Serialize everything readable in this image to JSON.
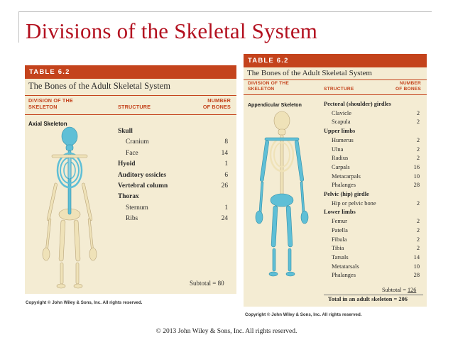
{
  "slide": {
    "title": "Divisions of the Skeletal System",
    "footer": "© 2013 John Wiley & Sons, Inc. All rights reserved."
  },
  "tableA": {
    "tag": "TABLE 6.2",
    "title": "The Bones of the Adult Skeletal System",
    "col1": [
      "DIVISION OF THE",
      "SKELETON"
    ],
    "col2": "STRUCTURE",
    "col3": [
      "NUMBER",
      "OF BONES"
    ],
    "group": "Axial Skeleton",
    "rows": [
      {
        "label": "Skull",
        "value": "",
        "bold": true,
        "indent": false
      },
      {
        "label": "Cranium",
        "value": "8",
        "bold": false,
        "indent": true
      },
      {
        "label": "Face",
        "value": "14",
        "bold": false,
        "indent": true
      },
      {
        "label": "Hyoid",
        "value": "1",
        "bold": true,
        "indent": false
      },
      {
        "label": "Auditory ossicles",
        "value": "6",
        "bold": true,
        "indent": false
      },
      {
        "label": "Vertebral column",
        "value": "26",
        "bold": true,
        "indent": false
      },
      {
        "label": "Thorax",
        "value": "",
        "bold": true,
        "indent": false
      },
      {
        "label": "Sternum",
        "value": "1",
        "bold": false,
        "indent": true
      },
      {
        "label": "Ribs",
        "value": "24",
        "bold": false,
        "indent": true
      }
    ],
    "subtotal": "Subtotal = 80",
    "copyright": "Copyright © John Wiley & Sons, Inc. All rights reserved."
  },
  "tableB": {
    "tag": "TABLE 6.2",
    "title": "The Bones of the Adult Skeletal System",
    "col1": [
      "DIVISION OF THE",
      "SKELETON"
    ],
    "col2": "STRUCTURE",
    "col3": [
      "NUMBER",
      "OF BONES"
    ],
    "group": "Appendicular Skeleton",
    "rows": [
      {
        "label": "Pectoral (shoulder) girdles",
        "value": "",
        "bold": true,
        "indent": false
      },
      {
        "label": "Clavicle",
        "value": "2",
        "bold": false,
        "indent": true
      },
      {
        "label": "Scapula",
        "value": "2",
        "bold": false,
        "indent": true
      },
      {
        "label": "Upper limbs",
        "value": "",
        "bold": true,
        "indent": false
      },
      {
        "label": "Humerus",
        "value": "2",
        "bold": false,
        "indent": true
      },
      {
        "label": "Ulna",
        "value": "2",
        "bold": false,
        "indent": true
      },
      {
        "label": "Radius",
        "value": "2",
        "bold": false,
        "indent": true
      },
      {
        "label": "Carpals",
        "value": "16",
        "bold": false,
        "indent": true
      },
      {
        "label": "Metacarpals",
        "value": "10",
        "bold": false,
        "indent": true
      },
      {
        "label": "Phalanges",
        "value": "28",
        "bold": false,
        "indent": true
      },
      {
        "label": "Pelvic (hip) girdle",
        "value": "",
        "bold": true,
        "indent": false
      },
      {
        "label": "Hip or pelvic bone",
        "value": "2",
        "bold": false,
        "indent": true
      },
      {
        "label": "Lower limbs",
        "value": "",
        "bold": true,
        "indent": false
      },
      {
        "label": "Femur",
        "value": "2",
        "bold": false,
        "indent": true
      },
      {
        "label": "Patella",
        "value": "2",
        "bold": false,
        "indent": true
      },
      {
        "label": "Fibula",
        "value": "2",
        "bold": false,
        "indent": true
      },
      {
        "label": "Tibia",
        "value": "2",
        "bold": false,
        "indent": true
      },
      {
        "label": "Tarsals",
        "value": "14",
        "bold": false,
        "indent": true
      },
      {
        "label": "Metatarsals",
        "value": "10",
        "bold": false,
        "indent": true
      },
      {
        "label": "Phalanges",
        "value": "28",
        "bold": false,
        "indent": true
      }
    ],
    "subtotal_label": "Subtotal =",
    "subtotal_value": "126",
    "total_label": "Total in an adult skeleton =",
    "total_value": "206",
    "copyright": "Copyright © John Wiley & Sons, Inc. All rights reserved."
  },
  "colors": {
    "title_red": "#b3101f",
    "table_bg": "#f4ecd3",
    "header_orange": "#c4431c",
    "highlight_blue": "#5fbfd6",
    "bone_ivory": "#efe2b8"
  }
}
